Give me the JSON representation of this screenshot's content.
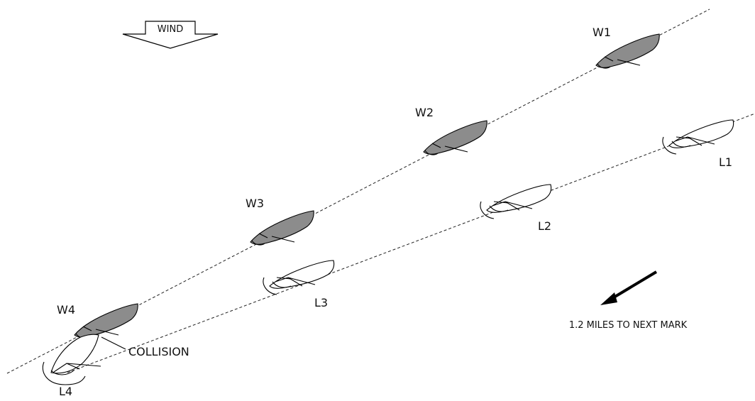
{
  "wind": {
    "label": "WIND"
  },
  "boats": {
    "windward": [
      {
        "label": "W1"
      },
      {
        "label": "W2"
      },
      {
        "label": "W3"
      },
      {
        "label": "W4"
      }
    ],
    "leeward": [
      {
        "label": "L1"
      },
      {
        "label": "L2"
      },
      {
        "label": "L3"
      },
      {
        "label": "L4"
      }
    ]
  },
  "annotations": {
    "collision": "COLLISION",
    "next_mark": "1.2 MILES TO NEXT MARK"
  },
  "colors": {
    "windward_hull": "#8c8c8c",
    "leeward_hull": "#ffffff",
    "outline": "#000000"
  }
}
